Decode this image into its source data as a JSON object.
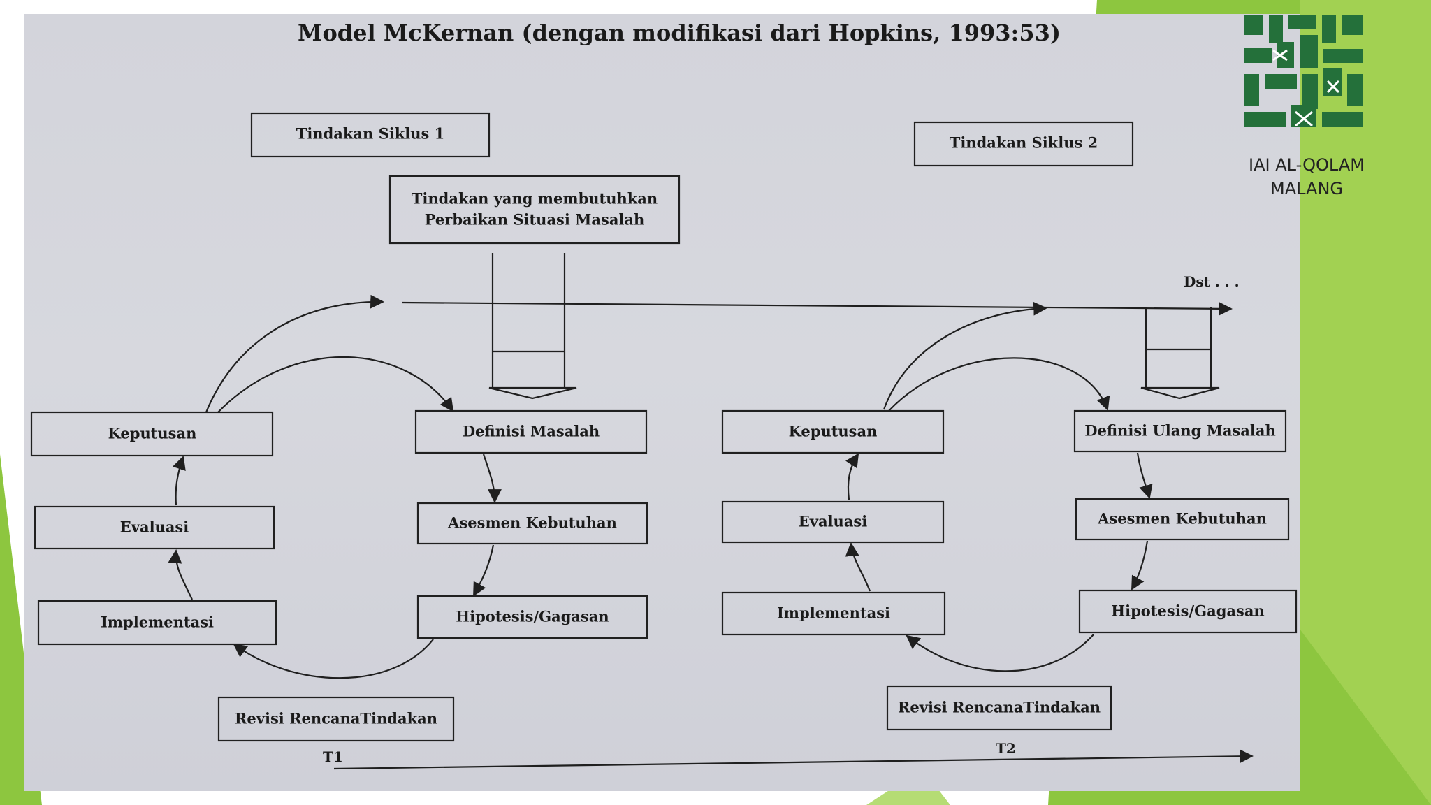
{
  "title": "Model McKernan (dengan modifikasi dari Hopkins, 1993:53)",
  "logo": {
    "caption_line1": "IAI AL-QOLAM",
    "caption_line2": "MALANG",
    "color": "#24703a"
  },
  "colors": {
    "accent_green": "#8dc63f",
    "light_green": "#b5dc74",
    "photo_bg": "#d5d6dc"
  },
  "cycle1": {
    "header": "Tindakan Siklus 1",
    "action_line1": "Tindakan yang membutuhkan",
    "action_line2": "Perbaikan Situasi Masalah",
    "keputusan": "Keputusan",
    "evaluasi": "Evaluasi",
    "implementasi": "Implementasi",
    "definisi": "Definisi Masalah",
    "asesmen": "Asesmen Kebutuhan",
    "hipotesis": "Hipotesis/Gagasan",
    "revisi": "Revisi RencanaTindakan",
    "time": "T1"
  },
  "cycle2": {
    "header": "Tindakan Siklus 2",
    "keputusan": "Keputusan",
    "evaluasi": "Evaluasi",
    "implementasi": "Implementasi",
    "definisi": "Definisi Ulang Masalah",
    "asesmen": "Asesmen Kebutuhan",
    "hipotesis": "Hipotesis/Gagasan",
    "revisi": "Revisi RencanaTindakan",
    "time": "T2"
  },
  "continuation": "Dst . . ."
}
